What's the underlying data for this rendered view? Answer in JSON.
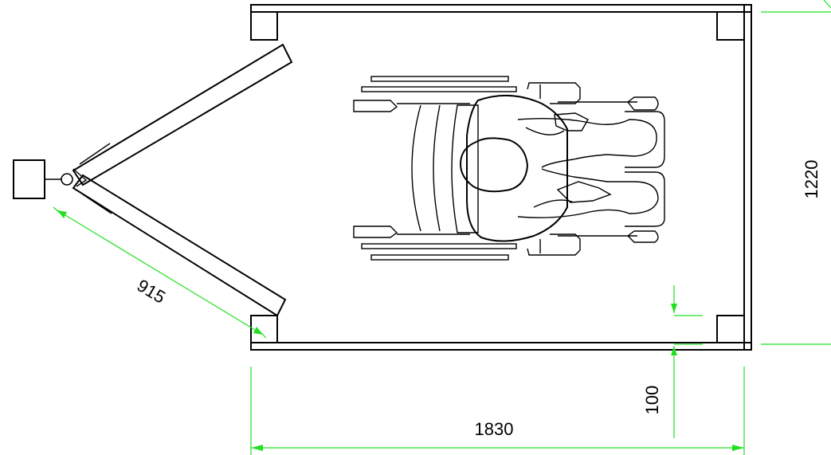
{
  "dimensions": {
    "door_width": "915",
    "cabin_length": "1830",
    "cabin_width": "1220",
    "threshold_offset": "100"
  },
  "colors": {
    "line": "#000000",
    "dimension_line": "#21e021",
    "background": "#ffffff"
  }
}
